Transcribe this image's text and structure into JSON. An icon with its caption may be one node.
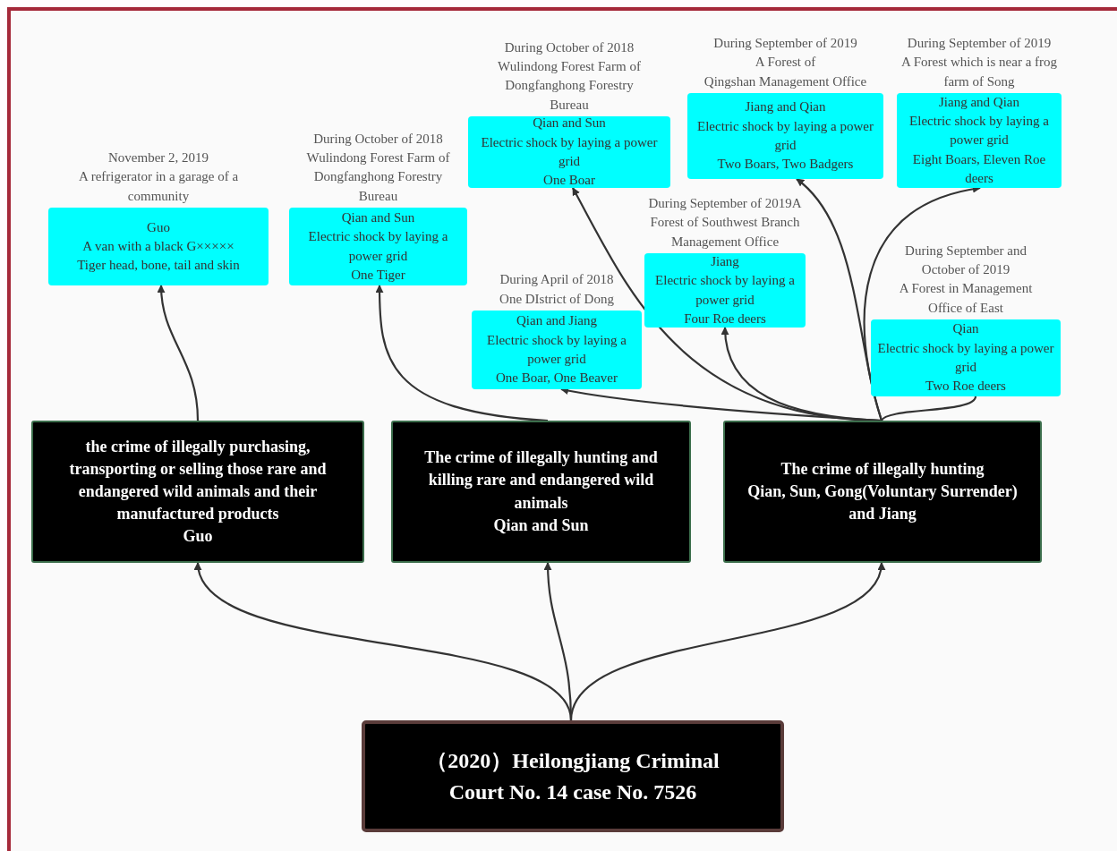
{
  "diagram": {
    "nodes": [
      {
        "text": [
          "（2020）Heilongjiang Criminal Court No. 14 case No. 7526"
        ]
      },
      {
        "text": [
          "the crime of illegally purchasing, transporting or selling those rare and endangered wild animals and their manufactured products",
          "Guo"
        ]
      },
      {
        "text": [
          "The crime of illegally hunting and killing rare and endangered wild animals",
          "Qian and Sun"
        ]
      },
      {
        "text": [
          "The crime of illegally hunting",
          "Qian, Sun, Gong(Voluntary Surrender) and Jiang"
        ]
      },
      {
        "text": [
          "November 2, 2019",
          "A refrigerator in a garage of a community",
          "Guo",
          "A van with a black G×××××",
          "Tiger head, bone, tail and skin"
        ]
      },
      {
        "text": [
          "During October of 2018",
          "Wulindong Forest Farm of Dongfanghong Forestry Bureau",
          "Qian and Sun",
          "Electric shock by laying a power grid",
          "One Tiger"
        ]
      },
      {
        "text": [
          "During October of 2018",
          "Wulindong Forest Farm of Dongfanghong Forestry Bureau",
          "Qian and Sun",
          "Electric shock by laying a power grid",
          "One Boar"
        ]
      },
      {
        "text": [
          "During September of 2019",
          "A Forest of",
          "Qingshan Management Office",
          "Jiang and Qian",
          "Electric shock by laying a power grid",
          "Two Boars, Two Badgers"
        ]
      },
      {
        "text": [
          "During September of 2019",
          "A Forest which is near a frog farm of Song",
          "Jiang and Qian",
          "Electric shock by laying a power grid",
          "Eight Boars, Eleven Roe deers"
        ]
      },
      {
        "text": [
          "During September of 2019A Forest of Southwest Branch Management Office",
          "Jiang",
          "Electric shock by laying a power grid",
          "Four Roe deers"
        ]
      },
      {
        "text": [
          "During April of 2018",
          "One DIstrict of Dong",
          "Qian and Jiang",
          "Electric shock by laying a power grid",
          "One Boar, One Beaver"
        ]
      },
      {
        "text": [
          "During September and October of 2019",
          "A Forest in Management Office of East",
          "Qian",
          "Electric shock by laying a power grid",
          "Two Roe deers"
        ]
      }
    ],
    "edges": [
      {
        "from": 0,
        "to": 1,
        "arrow": "to"
      },
      {
        "from": 0,
        "to": 2,
        "arrow": "to"
      },
      {
        "from": 0,
        "to": 3,
        "arrow": "to"
      },
      {
        "from": 1,
        "to": 4,
        "arrow": "to"
      },
      {
        "from": 2,
        "to": 5,
        "arrow": "to"
      },
      {
        "from": 3,
        "to": 6,
        "arrow": "to"
      },
      {
        "from": 3,
        "to": 7,
        "arrow": "to"
      },
      {
        "from": 3,
        "to": 8,
        "arrow": "to"
      },
      {
        "from": 3,
        "to": 9,
        "arrow": "to"
      },
      {
        "from": 3,
        "to": 10,
        "arrow": "to"
      },
      {
        "from": 3,
        "to": 11,
        "arrow": "none"
      }
    ]
  }
}
